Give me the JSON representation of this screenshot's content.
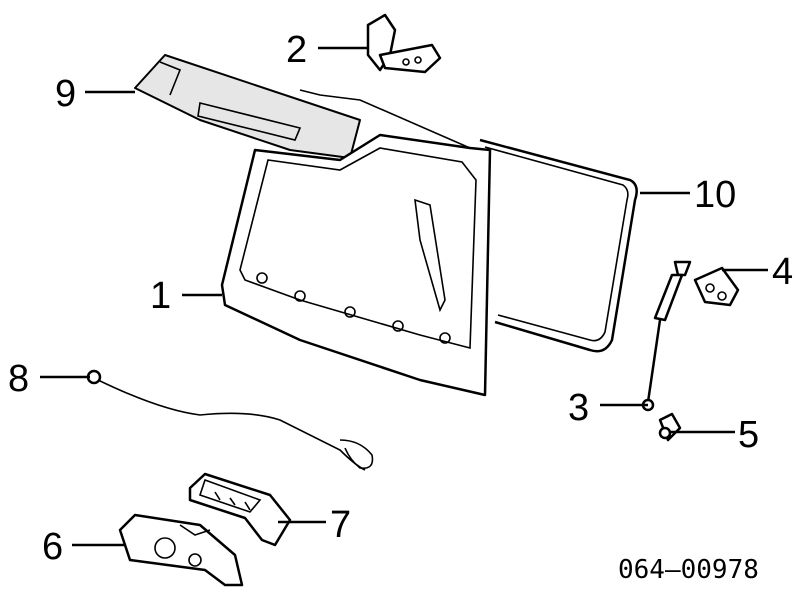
{
  "callouts": {
    "c1": "1",
    "c2": "2",
    "c3": "3",
    "c4": "4",
    "c5": "5",
    "c6": "6",
    "c7": "7",
    "c8": "8",
    "c9": "9",
    "c10": "10"
  },
  "part_number": "064–00978"
}
